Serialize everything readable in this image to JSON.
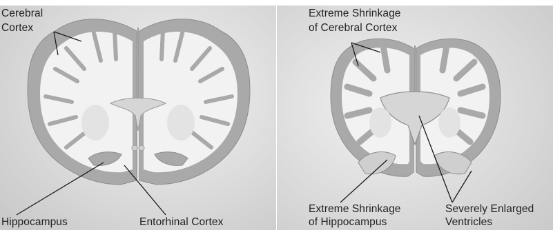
{
  "panels": [
    {
      "name": "healthy-brain",
      "labels": {
        "cortex_l1": "Cerebral",
        "cortex_l2": "Cortex",
        "hippocampus": "Hippocampus",
        "entorhinal": "Entorhinal Cortex"
      }
    },
    {
      "name": "alzheimers-brain",
      "labels": {
        "cortex_l1": "Extreme Shrinkage",
        "cortex_l2": "of Cerebral Cortex",
        "hippo_l1": "Extreme Shrinkage",
        "hippo_l2": "of Hippocampus",
        "ventricles_l1": "Severely Enlarged",
        "ventricles_l2": "Ventricles"
      }
    }
  ],
  "colors": {
    "background": "#d9d9d9",
    "cortex": "#a9a9a9",
    "white_matter": "#f2f2f2",
    "ventricle": "#d6d6d6",
    "leader_line": "#1a1a1a",
    "text": "#1f1f1f"
  }
}
